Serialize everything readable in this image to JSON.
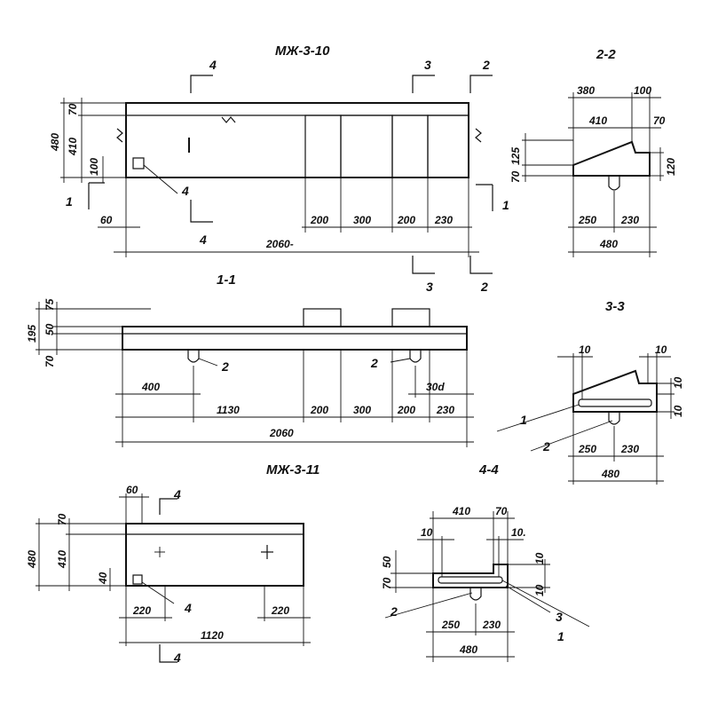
{
  "titles": {
    "mzh_3_10": "МЖ-3-10",
    "mzh_3_11": "МЖ-3-11",
    "section_1_1": "1-1",
    "section_2_2": "2-2",
    "section_3_3": "3-3",
    "section_4_4": "4-4"
  },
  "marks": {
    "m1": "1",
    "m2": "2",
    "m3": "3",
    "m4": "4"
  },
  "dims_main": {
    "h480": "480",
    "h70": "70",
    "h410": "410",
    "h100": "100",
    "d60": "60",
    "d200a": "200",
    "d300": "300",
    "d200b": "200",
    "d230": "230",
    "total": "2060-"
  },
  "dims_s11": {
    "h195": "195",
    "h75": "75",
    "h50": "50",
    "h70": "70",
    "d400": "400",
    "d1130": "1130",
    "d200a": "200",
    "d300": "300",
    "d200b": "200",
    "d230": "230",
    "d300r": "30d",
    "total": "2060"
  },
  "dims_s22": {
    "d380": "380",
    "d100": "100",
    "d410": "410",
    "d70": "70",
    "h70": "70",
    "h125": "125",
    "h120": "120",
    "d250": "250",
    "d230": "230",
    "d480": "480"
  },
  "dims_s33": {
    "d10a": "10",
    "d10b": "10",
    "d10c": "10",
    "d10d": "10",
    "d250": "250",
    "d230": "230",
    "d480": "480"
  },
  "dims_m11": {
    "h480": "480",
    "h70": "70",
    "h410": "410",
    "h40": "40",
    "d60": "60",
    "d220a": "220",
    "d220b": "220",
    "d1120": "1120"
  },
  "dims_s44": {
    "d410": "410",
    "d70": "70",
    "d10a": "10",
    "d10b": "10.",
    "d10c": "10",
    "d10d": "10",
    "h70": "70",
    "h50": "50",
    "d250": "250",
    "d230": "230",
    "d480": "480"
  }
}
